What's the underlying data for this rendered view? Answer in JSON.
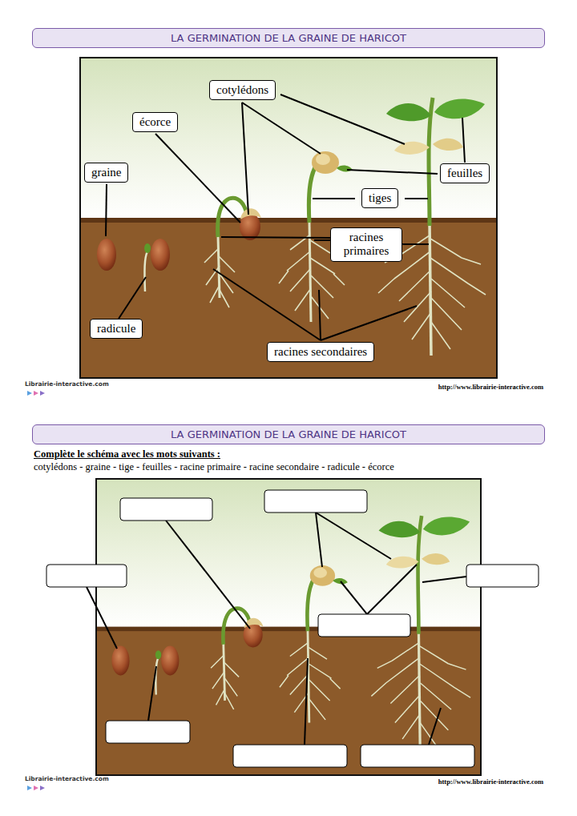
{
  "diagram": {
    "nodes": [
      {
        "text": [
          "LA GERMINATION DE LA GRAINE DE HARICOT"
        ]
      },
      {
        "text": [
          "cotylédons"
        ]
      },
      {
        "text": [
          "écorce"
        ]
      },
      {
        "text": [
          "graine"
        ]
      },
      {
        "text": [
          "feuilles"
        ]
      },
      {
        "text": [
          "tiges"
        ]
      },
      {
        "text": [
          "racines primaires"
        ]
      },
      {
        "text": [
          "radicule"
        ]
      },
      {
        "text": [
          "racines secondaires"
        ]
      },
      {
        "text": [
          "LA GERMINATION DE LA GRAINE DE HARICOT"
        ]
      }
    ],
    "labels": [
      "Complète le schéma avec les mots suivants :",
      "cotylédons - graine - tige - feuilles - racine primaire - racine secondaire - radicule - écorce",
      "Librairie-interactive.com",
      "http://www.librairie-interactive.com",
      "Librairie-interactive.com",
      "http://www.librairie-interactive.com"
    ]
  }
}
